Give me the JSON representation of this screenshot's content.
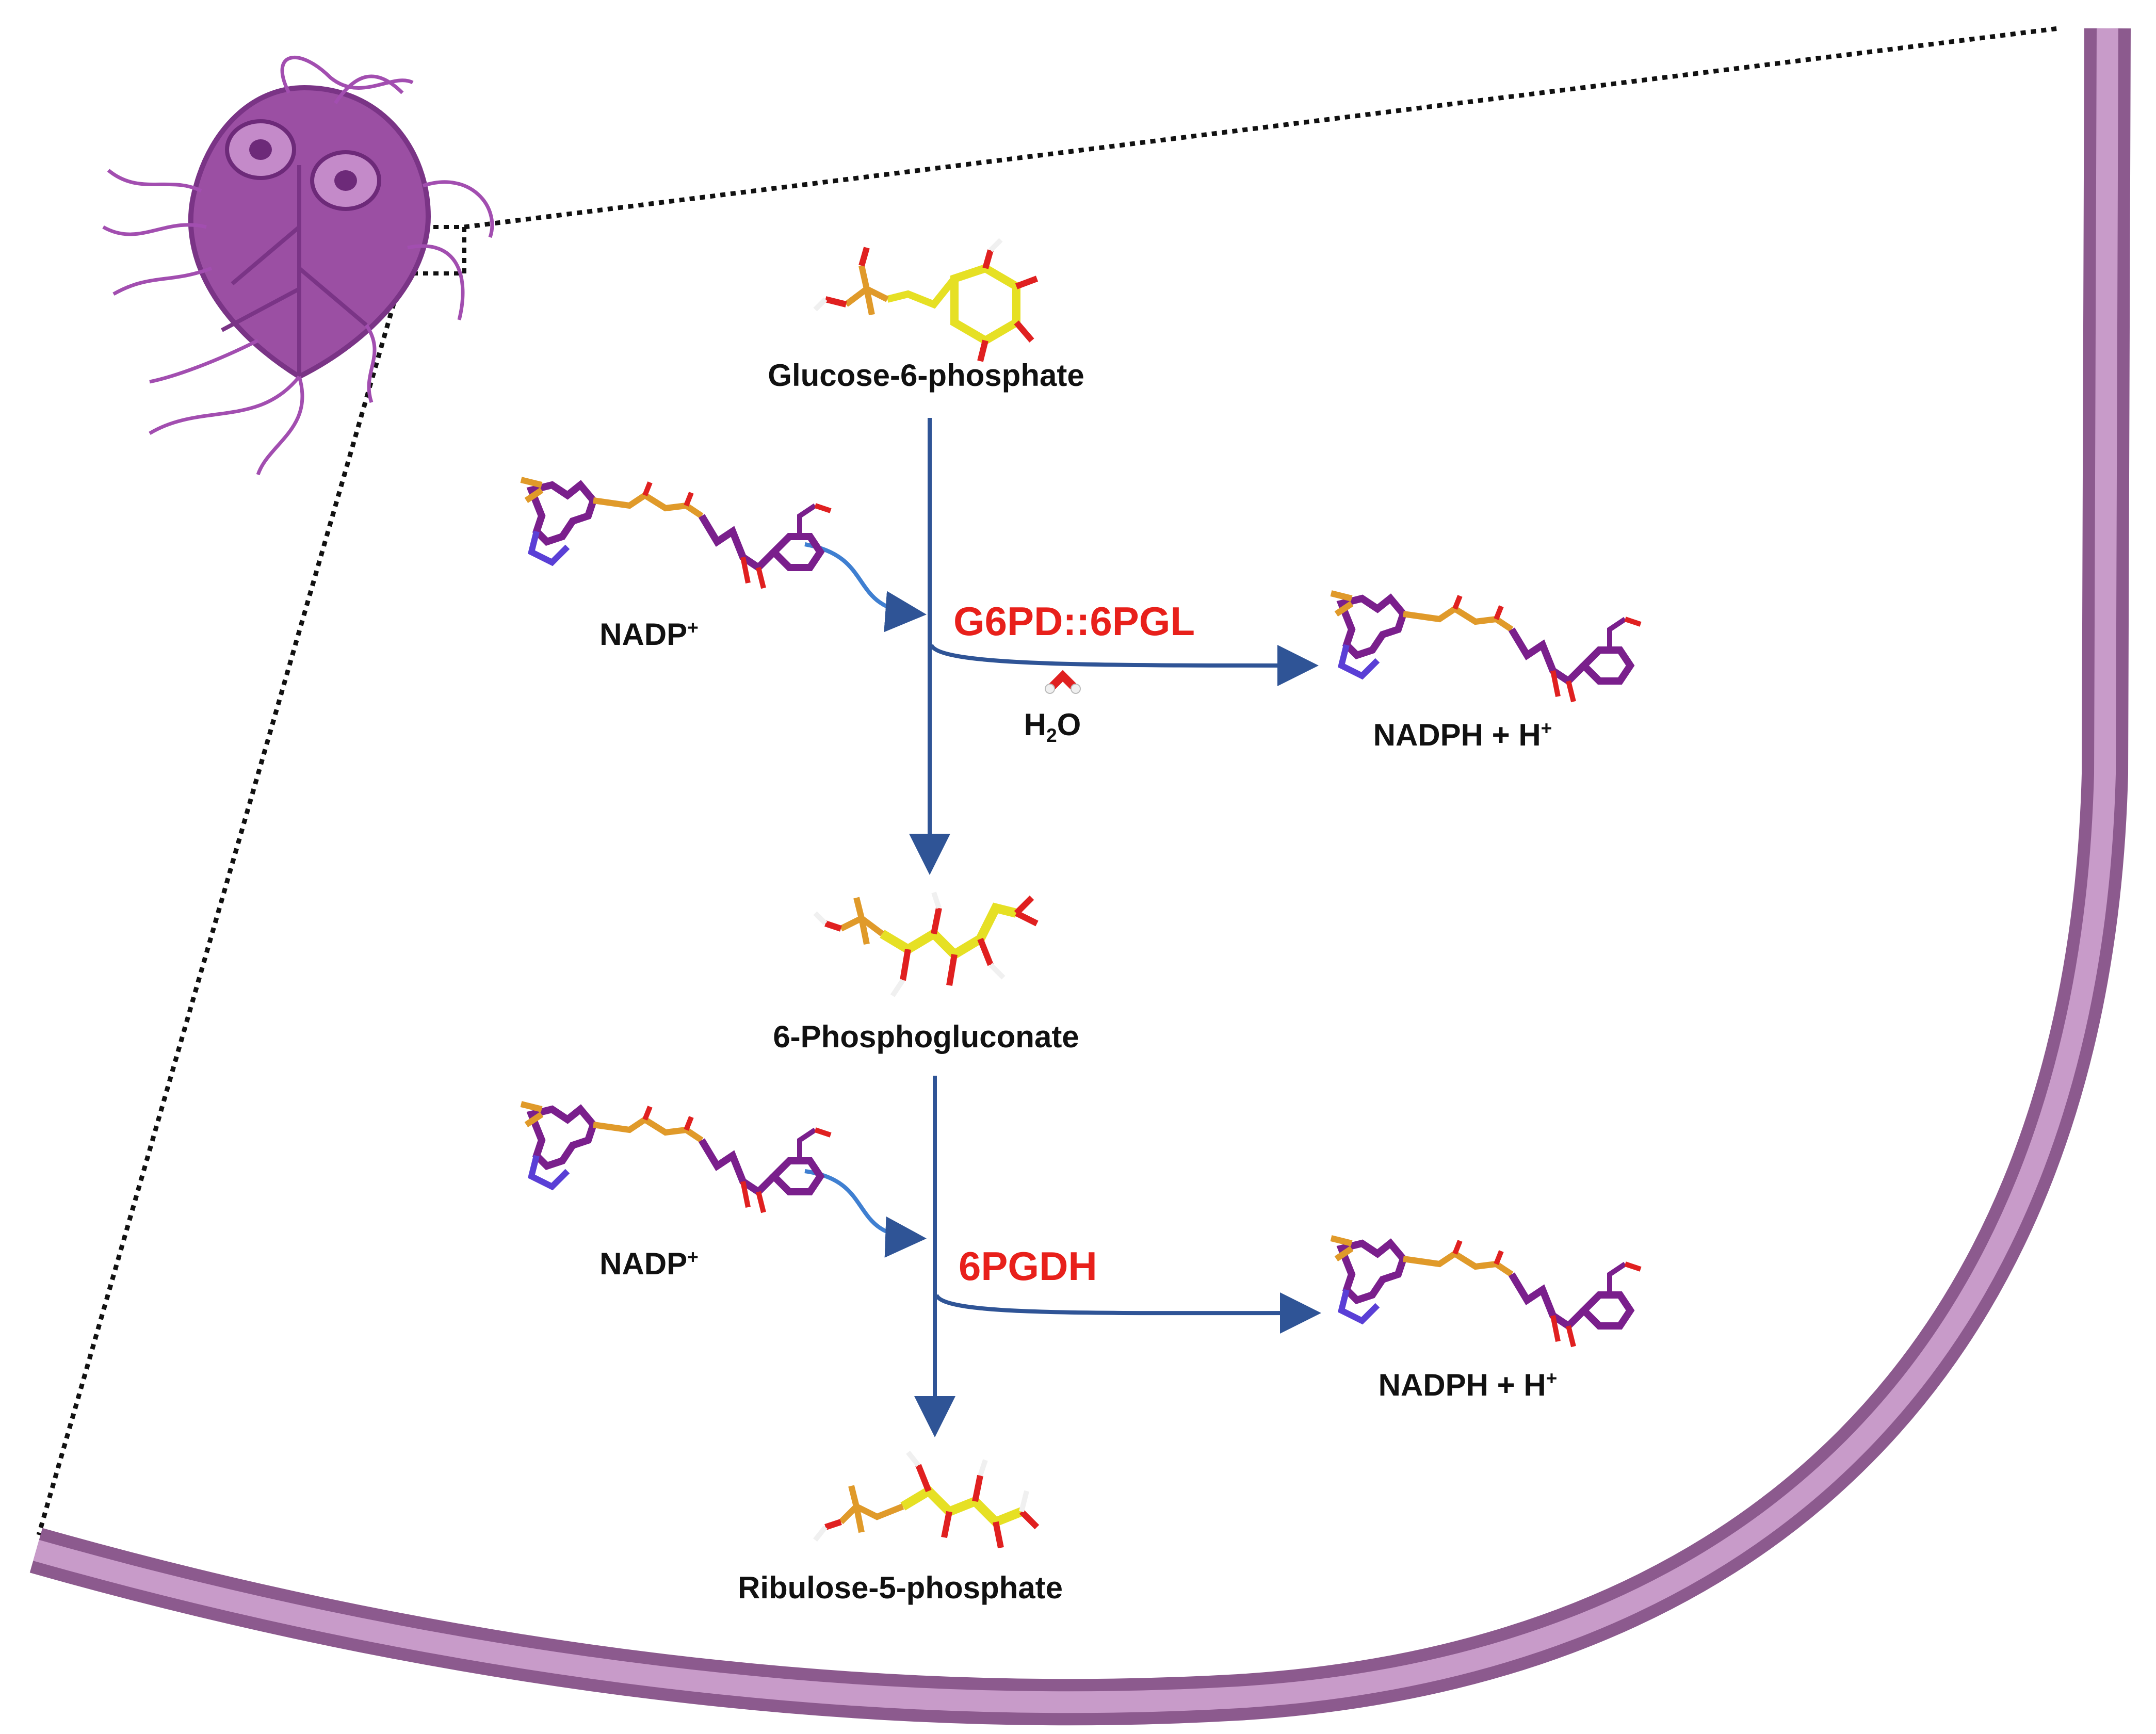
{
  "colors": {
    "membrane_outer": "#8c5a8e",
    "membrane_inner": "#c89bc9",
    "arrow": "#2f5496",
    "enzyme": "#e8201b",
    "label": "#111111",
    "giardia": "#9b4fa3"
  },
  "icons": [
    "giardia-cell-icon",
    "glucose-6-phosphate-molecule-icon",
    "nadp-molecule-icon",
    "nadph-molecule-icon",
    "water-molecule-icon",
    "6-phosphogluconate-molecule-icon",
    "ribulose-5-phosphate-molecule-icon"
  ],
  "labels": {
    "g6p": "Glucose-6-phosphate",
    "pg6": "6-Phosphogluconate",
    "ru5p": "Ribulose-5-phosphate",
    "nadp": "NADP",
    "nadp_sup": "+",
    "nadph": "NADPH + H",
    "nadph_sup": "+",
    "water_h": "H",
    "water_sub": "2",
    "water_o": "O"
  },
  "enzymes": {
    "step1": "G6PD::6PGL",
    "step2": "6PGDH"
  }
}
